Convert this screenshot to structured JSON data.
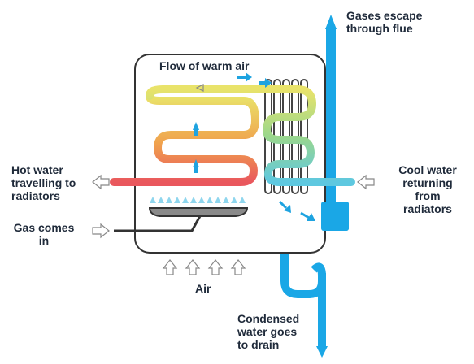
{
  "labels": {
    "flow_warm_air": "Flow of warm air",
    "gases_escape": [
      "Gases escape",
      "through flue"
    ],
    "hot_water": [
      "Hot water",
      "travelling to",
      "radiators"
    ],
    "cool_water": [
      "Cool water",
      "returning",
      "from",
      "radiators"
    ],
    "gas_comes_in": [
      "Gas comes",
      "in"
    ],
    "air": "Air",
    "condensed": [
      "Condensed",
      "water goes",
      "to drain"
    ]
  },
  "colors": {
    "flue_blue": "#1aa7e6",
    "arrow_blue": "#1ea3e0",
    "outline": "#333333",
    "coil_hot": "#e95d5b",
    "coil_warm": "#f2a24d",
    "coil_yellow": "#e8e06a",
    "coil_green": "#9bd78c",
    "coil_cool": "#5ec8e0",
    "flame": "#8fd6ee",
    "burner": "#8a8a8a"
  }
}
